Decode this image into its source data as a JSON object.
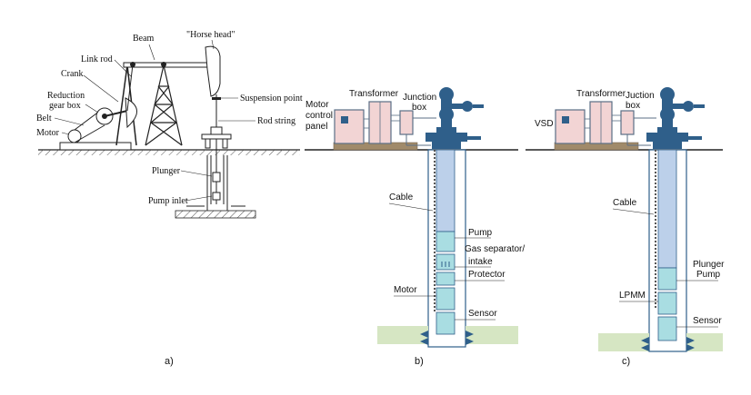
{
  "panel_a": {
    "caption": "a)",
    "labels": {
      "beam": "Beam",
      "horse_head": "\"Horse head\"",
      "link_rod": "Link rod",
      "crank": "Crank",
      "reduction_gear_box_1": "Reduction",
      "reduction_gear_box_2": "gear box",
      "belt": "Belt",
      "motor": "Motor",
      "suspension_point": "Suspension point",
      "rod_string": "Rod string",
      "plunger": "Plunger",
      "pump_inlet": "Pump inlet"
    }
  },
  "panel_b": {
    "caption": "b)",
    "labels": {
      "motor_control_panel_1": "Motor",
      "motor_control_panel_2": "control",
      "motor_control_panel_3": "panel",
      "transformer": "Transformer",
      "junction_box_1": "Junction",
      "junction_box_2": "box",
      "cable": "Cable",
      "pump": "Pump",
      "gas_separator_1": "Gas separator/",
      "gas_separator_2": "intake",
      "protector": "Protector",
      "motor": "Motor",
      "sensor": "Sensor"
    }
  },
  "panel_c": {
    "caption": "c)",
    "labels": {
      "vsd": "VSD",
      "transformer": "Transformer",
      "juction_box_1": "Juction",
      "juction_box_2": "box",
      "cable": "Cable",
      "plunger_pump_1": "Plunger",
      "plunger_pump_2": "Pump",
      "lpmm": "LPMM",
      "sensor": "Sensor"
    }
  },
  "colors": {
    "equipment_fill": "#f2d4d4",
    "equipment_stroke": "#5b6f86",
    "wellhead_blue": "#2f5f8a",
    "tubing_blue": "#bcd0ea",
    "pump_cyan": "#a9dde2",
    "soil_green": "#d6e6c3",
    "ground_brown": "#a08a6a"
  }
}
